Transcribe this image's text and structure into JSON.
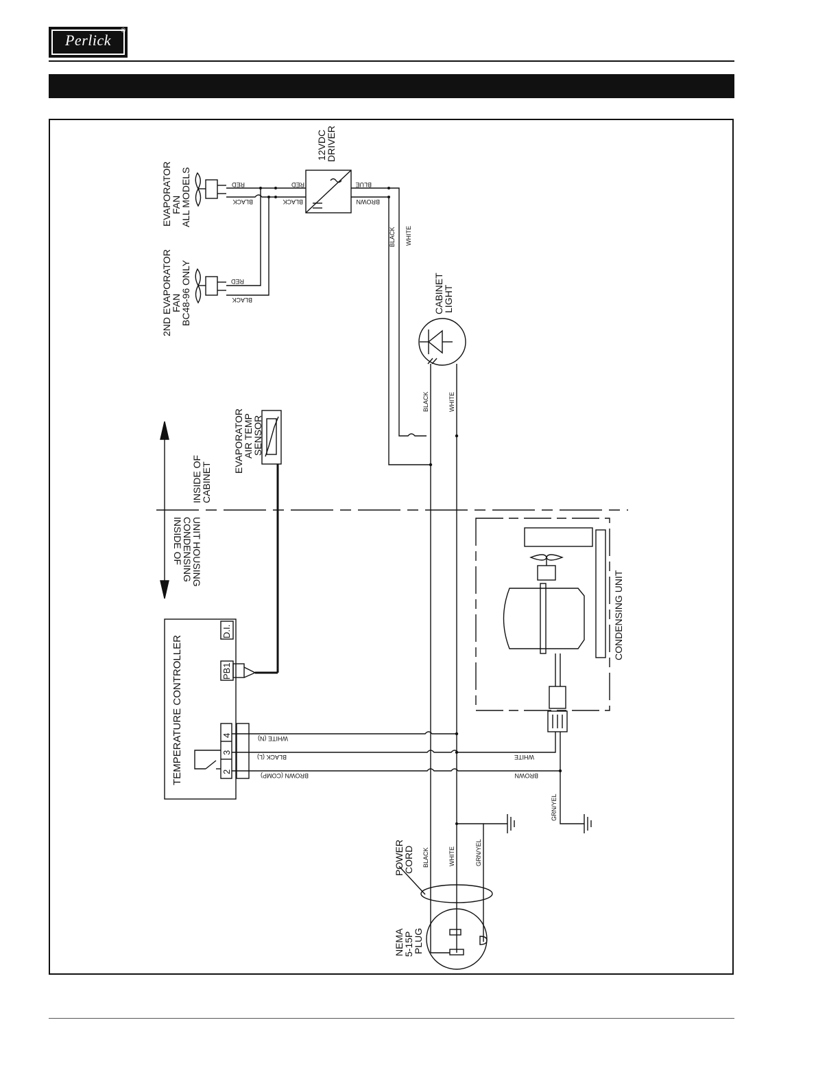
{
  "header": {
    "logo_text": "Perlick",
    "logo_mark": "®"
  },
  "diagram": {
    "components": {
      "evap_fan_1": [
        "EVAPORATOR",
        "FAN",
        "ALL MODELS"
      ],
      "evap_fan_2": [
        "2ND EVAPORATOR",
        "FAN",
        "BC48-96 ONLY"
      ],
      "driver": [
        "12VDC",
        "DRIVER"
      ],
      "cabinet_light": [
        "CABINET",
        "LIGHT"
      ],
      "sensor": [
        "EVAPORATOR",
        "AIR TEMP",
        "SENSOR"
      ],
      "inside_cabinet": [
        "INSIDE OF",
        "CABINET"
      ],
      "inside_condensing": [
        "INSIDE OF",
        "CONDENSING",
        "UNIT HOUSING"
      ],
      "temp_controller": "TEMPERATURE CONTROLLER",
      "pb1": "PB1",
      "di": "D.I.",
      "pins": [
        "2",
        "3",
        "4"
      ],
      "condensing_unit": "CONDENSING UNIT",
      "power_cord": [
        "POWER",
        "CORD"
      ],
      "plug": [
        "NEMA",
        "5-15P",
        "PLUG"
      ]
    },
    "wire_labels": {
      "red": "RED",
      "black": "BLACK",
      "blue": "BLUE",
      "brown": "BROWN",
      "white": "WHITE",
      "white_n": "WHITE (N)",
      "black_l": "BLACK (L)",
      "brown_comp": "BROWN (COMP)",
      "grn_yel": "GRN/YEL"
    }
  }
}
